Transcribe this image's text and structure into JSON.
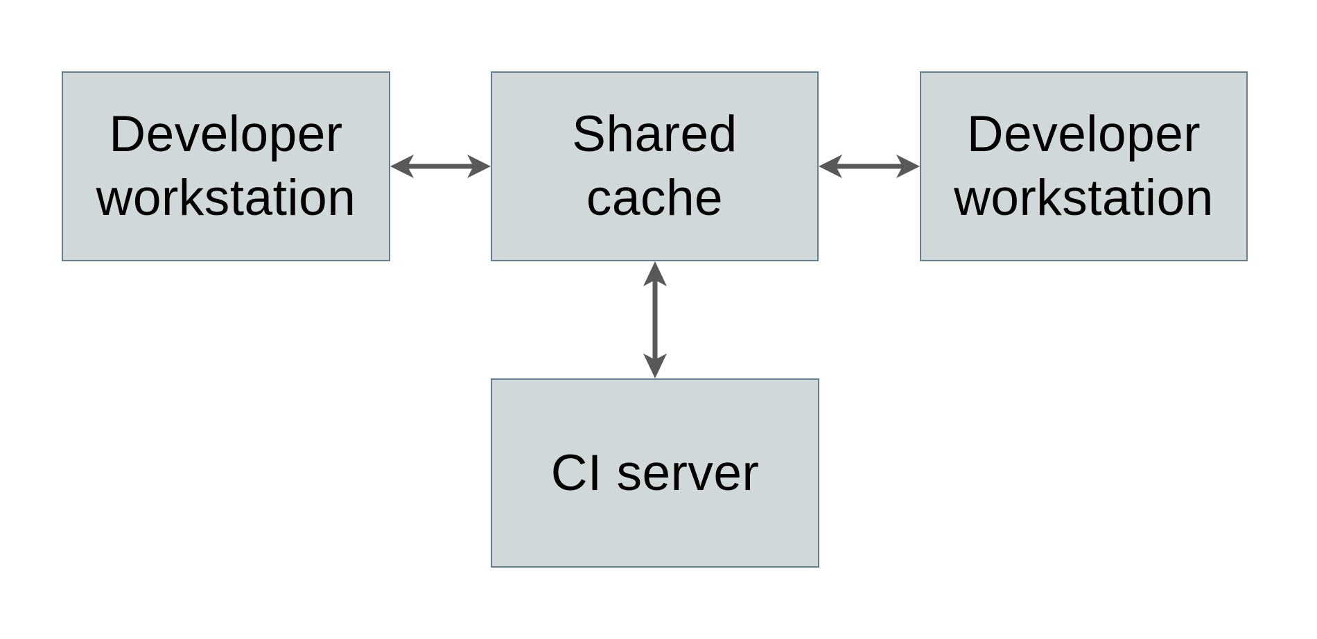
{
  "diagram": {
    "type": "architecture-diagram",
    "nodes": [
      {
        "id": "developer-workstation-left",
        "label": "Developer\nworkstation"
      },
      {
        "id": "shared-cache",
        "label": "Shared\ncache"
      },
      {
        "id": "developer-workstation-right",
        "label": "Developer\nworkstation"
      },
      {
        "id": "ci-server",
        "label": "CI server"
      }
    ],
    "edges": [
      {
        "from": "developer-workstation-left",
        "to": "shared-cache",
        "type": "bidirectional-arrow",
        "orientation": "horizontal"
      },
      {
        "from": "shared-cache",
        "to": "developer-workstation-right",
        "type": "bidirectional-arrow",
        "orientation": "horizontal"
      },
      {
        "from": "shared-cache",
        "to": "ci-server",
        "type": "bidirectional-arrow",
        "orientation": "vertical"
      }
    ],
    "colors": {
      "background": "#ffffff",
      "node_fill": "#d0d8da",
      "node_border": "#64808e",
      "arrow": "#595959",
      "text": "#000000"
    }
  }
}
